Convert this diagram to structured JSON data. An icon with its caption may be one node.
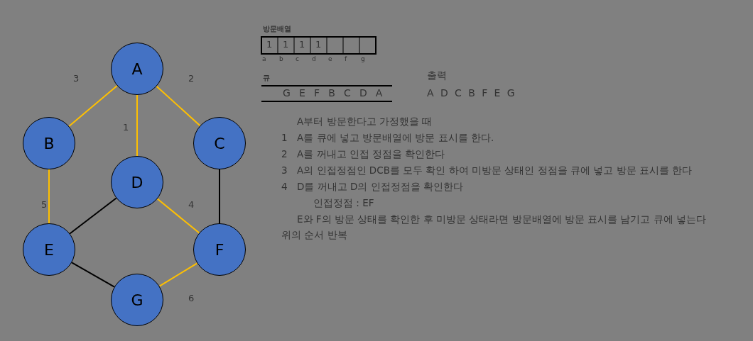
{
  "diagram": {
    "nodes": [
      {
        "text": [
          "A"
        ]
      },
      {
        "text": [
          "B"
        ]
      },
      {
        "text": [
          "C"
        ]
      },
      {
        "text": [
          "D"
        ]
      },
      {
        "text": [
          "E"
        ]
      },
      {
        "text": [
          "F"
        ]
      },
      {
        "text": [
          "G"
        ]
      }
    ],
    "edges": [
      {
        "from": 0,
        "to": 1,
        "arrow": "none",
        "label": "3"
      },
      {
        "from": 0,
        "to": 2,
        "arrow": "none",
        "label": "2"
      },
      {
        "from": 0,
        "to": 3,
        "arrow": "none",
        "label": "1"
      },
      {
        "from": 1,
        "to": 4,
        "arrow": "none",
        "label": "5"
      },
      {
        "from": 3,
        "to": 5,
        "arrow": "none",
        "label": "4"
      },
      {
        "from": 3,
        "to": 4,
        "arrow": "none",
        "color": "#000000"
      },
      {
        "from": 2,
        "to": 5,
        "arrow": "none",
        "color": "#000000"
      },
      {
        "from": 4,
        "to": 6,
        "arrow": "none",
        "color": "#000000"
      },
      {
        "from": 5,
        "to": 6,
        "arrow": "none",
        "label": "6"
      }
    ],
    "labels": [
      "방문배열",
      "1",
      "1",
      "1",
      "1",
      "a",
      "b",
      "c",
      "d",
      "e",
      "f",
      "g",
      "큐",
      "G E F B C D A",
      "출력",
      "A D C B F E G",
      "A부터 방문한다고 가정했을 때",
      "1",
      "A를 큐에 넣고 방문배열에 방문 표시를 한다.",
      "2",
      "A를 꺼내고 인접 정점을 확인한다",
      "3",
      "A의 인접정점인 DCB를 모두 확인 하여 미방문 상태인 정점을 큐에 넣고 방문 표시를 한다",
      "4",
      "D를 꺼내고 D의 인접정점을 확인한다",
      "인접정점 : EF",
      "E와 F의 방문 상태를 확인한 후 미방문 상태라면 방문배열에 방문 표시를 남기고 큐에 넣는다",
      "위의 순서 반복"
    ]
  }
}
